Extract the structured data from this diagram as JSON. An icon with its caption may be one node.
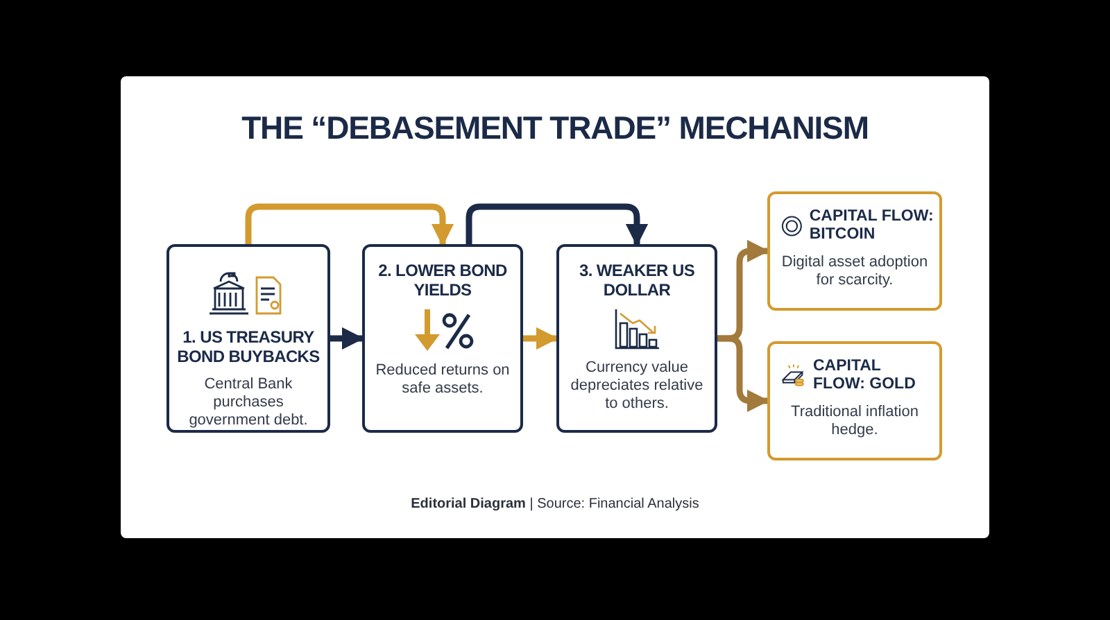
{
  "diagram": {
    "title": "THE “DEBASEMENT TRADE” MECHANISM",
    "nodes": [
      {
        "text": [
          "1. US TREASURY BOND BUYBACKS",
          "Central Bank purchases government debt."
        ]
      },
      {
        "text": [
          "2. LOWER BOND YIELDS",
          "Reduced returns on safe assets."
        ]
      },
      {
        "text": [
          "3. WEAKER US DOLLAR",
          "Currency value depreciates relative to others."
        ]
      },
      {
        "text": [
          "CAPITAL FLOW: BITCOIN",
          "Digital asset adoption for scarcity."
        ]
      },
      {
        "text": [
          "CAPITAL FLOW: GOLD",
          "Traditional inflation hedge."
        ]
      }
    ],
    "edges": [
      {
        "from": 0,
        "to": 1,
        "arrow": "to"
      },
      {
        "from": 1,
        "to": 2,
        "arrow": "to",
        "color": "#d39a2f"
      },
      {
        "from": 0,
        "to": 1,
        "arrow": "to",
        "color": "#d39a2f"
      },
      {
        "from": 1,
        "to": 2,
        "arrow": "to"
      },
      {
        "from": 2,
        "to": 3,
        "arrow": "to",
        "color": "#a27a3c"
      },
      {
        "from": 2,
        "to": 4,
        "arrow": "to",
        "color": "#a27a3c"
      }
    ],
    "caption": "**Editorial Diagram** | Source: Financial Analysis"
  }
}
